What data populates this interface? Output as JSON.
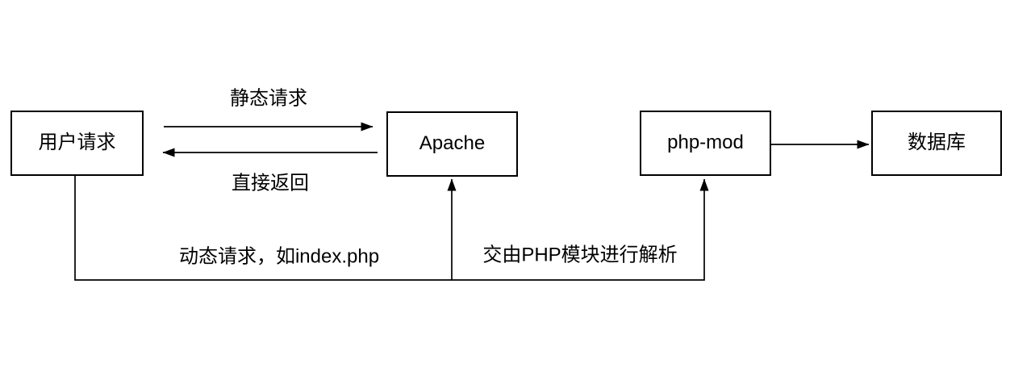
{
  "nodes": {
    "user_request": {
      "label": "用户请求"
    },
    "apache": {
      "label": "Apache"
    },
    "php_mod": {
      "label": "php-mod"
    },
    "database": {
      "label": "数据库"
    }
  },
  "edge_labels": {
    "static_request": "静态请求",
    "direct_return": "直接返回",
    "dynamic_request": "动态请求，如index.php",
    "php_parse": "交由PHP模块进行解析"
  },
  "edges": [
    {
      "from": "user_request",
      "to": "apache",
      "label_key": "static_request",
      "shape": "straight-right-arrow"
    },
    {
      "from": "apache",
      "to": "user_request",
      "label_key": "direct_return",
      "shape": "straight-left-arrow"
    },
    {
      "from": "user_request",
      "to": "apache",
      "label_key": "dynamic_request",
      "shape": "down-right-up-arrow"
    },
    {
      "from": "user_request",
      "to": "php_mod",
      "label_key": "php_parse",
      "shape": "down-right-up-arrow"
    },
    {
      "from": "php_mod",
      "to": "database",
      "label_key": "",
      "shape": "straight-right-arrow"
    }
  ],
  "colors": {
    "stroke": "#000000",
    "text": "#000000",
    "background": "#ffffff"
  }
}
